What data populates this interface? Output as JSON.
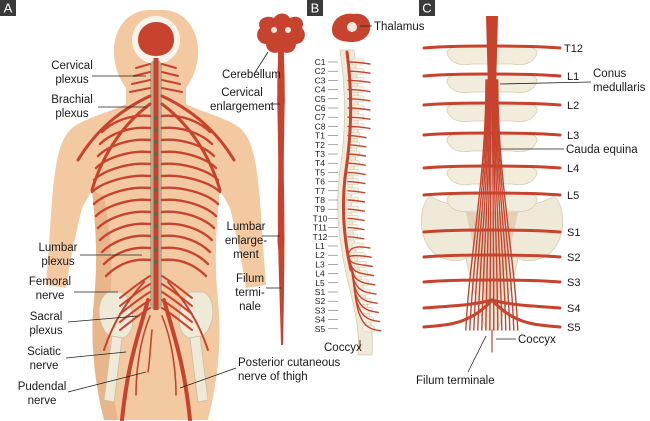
{
  "panels": {
    "a": {
      "letter": "A",
      "labels": {
        "cervical_plexus": [
          "Cervical",
          "plexus"
        ],
        "brachial_plexus": [
          "Brachial",
          "plexus"
        ],
        "lumbar_plexus": [
          "Lumbar",
          "plexus"
        ],
        "femoral_nerve": [
          "Femoral",
          "nerve"
        ],
        "sacral_plexus": [
          "Sacral",
          "plexus"
        ],
        "sciatic_nerve": [
          "Sciatic",
          "nerve"
        ],
        "pudendal_nerve": [
          "Pudendal",
          "nerve"
        ],
        "posterior_cutaneous": [
          "Posterior cutaneous",
          "nerve of thigh"
        ]
      }
    },
    "b": {
      "letter": "B",
      "labels": {
        "cerebellum": "Cerebellum",
        "cervical_enlargement": [
          "Cervical",
          "enlargement"
        ],
        "lumbar_enlargement": [
          "Lumbar",
          "enlarge-",
          "ment"
        ],
        "filum_terminale": [
          "Filum",
          "termi-",
          "nale"
        ],
        "thalamus": "Thalamus",
        "coccyx": "Coccyx"
      },
      "segments": [
        "C1",
        "C2",
        "C3",
        "C4",
        "C5",
        "C6",
        "C7",
        "C8",
        "T1",
        "T2",
        "T3",
        "T4",
        "T5",
        "T6",
        "T7",
        "T8",
        "T9",
        "T10",
        "T11",
        "T12",
        "L1",
        "L2",
        "L3",
        "L4",
        "L5",
        "S1",
        "S2",
        "S3",
        "S4",
        "S5"
      ]
    },
    "c": {
      "letter": "C",
      "levels": [
        "T12",
        "L1",
        "L2",
        "L3",
        "L4",
        "L5",
        "S1",
        "S2",
        "S3",
        "S4",
        "S5"
      ],
      "labels": {
        "conus_medullaris": [
          "Conus",
          "medullaris"
        ],
        "cauda_equina": "Cauda equina",
        "coccyx": "Coccyx",
        "filum_terminale": "Filum terminale"
      }
    }
  },
  "colors": {
    "nerve": "#c8432e",
    "skin": "#f3c9a2",
    "bone": "#efe9d8",
    "panel_tab": "#3a3a3a"
  }
}
